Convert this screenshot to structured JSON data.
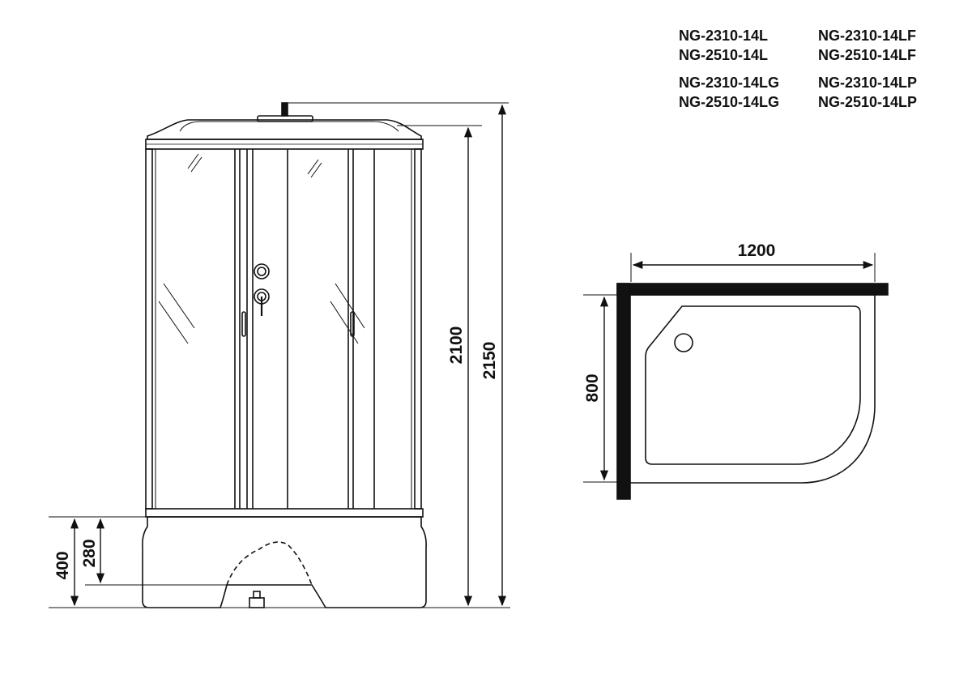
{
  "models": {
    "col1": [
      "NG-2310-14L",
      "NG-2510-14L",
      "NG-2310-14LG",
      "NG-2510-14LG"
    ],
    "col2": [
      "NG-2310-14LF",
      "NG-2510-14LF",
      "NG-2310-14LP",
      "NG-2510-14LP"
    ]
  },
  "dimensions": {
    "height_total": "2150",
    "height_cabin": "2100",
    "tray_height": "400",
    "tray_inner": "280",
    "width": "1200",
    "depth": "800"
  },
  "colors": {
    "line": "#111111",
    "background": "#ffffff"
  }
}
